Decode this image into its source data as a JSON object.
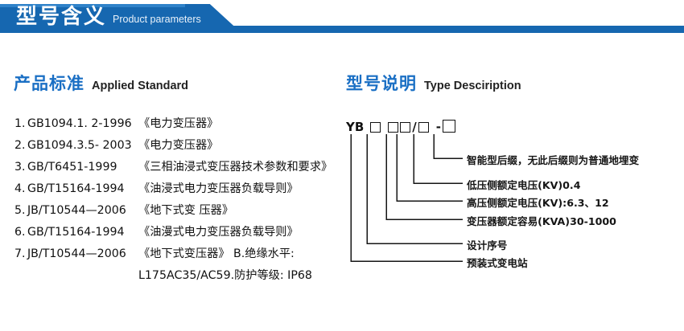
{
  "header": {
    "title_zh": "型号含义",
    "title_en": "Product parameters",
    "bar_color": "#1667b0",
    "strip_color": "#2f82c9"
  },
  "sections": {
    "standard": {
      "title_zh": "产品标准",
      "title_en": "Applied Standard",
      "accent": "#1a6fc4"
    },
    "type": {
      "title_zh": "型号说明",
      "title_en": "Type Desciription",
      "accent": "#1a6fc4"
    }
  },
  "standards": {
    "items": [
      {
        "num": "1.",
        "code": "GB1094.1. 2-1996",
        "name": "《电力变压器》"
      },
      {
        "num": "2.",
        "code": "GB1094.3.5- 2003",
        "name": "《电力变压器》"
      },
      {
        "num": "3.",
        "code": "GB/T6451-1999",
        "name": "《三相油浸式变压器技术参数和要求》"
      },
      {
        "num": "4.",
        "code": "GB/T15164-1994",
        "name": "《油浸式电力变压器负载导则》"
      },
      {
        "num": "5.",
        "code": "JB/T10544—2006",
        "name": "《地下式变 压器》"
      },
      {
        "num": "6.",
        "code": "GB/T15164-1994",
        "name": "《油漫式电力变压器负载导则》"
      },
      {
        "num": "7.",
        "code": "JB/T10544—2006",
        "name": "《地下式变压器》 B.绝缘水平:"
      }
    ],
    "continuation": "L175AC35/AC59.防护等级: IP68"
  },
  "type_code": {
    "prefix": "YB",
    "separator": "/",
    "dash": "-",
    "segments": [
      {
        "kind": "box",
        "size": "small"
      },
      {
        "kind": "box",
        "size": "small"
      },
      {
        "kind": "box",
        "size": "small"
      },
      {
        "kind": "box",
        "size": "small"
      },
      {
        "kind": "box",
        "size": "big"
      }
    ],
    "labels": [
      "智能型后缀，无此后缀则为普通地埋变",
      "低压侧额定电压(KV)0.4",
      "高压侧额定电压(KV):6.3、12",
      "变压器额定容易(KVA)30-1000",
      "设计序号",
      "预装式变电站"
    ]
  }
}
